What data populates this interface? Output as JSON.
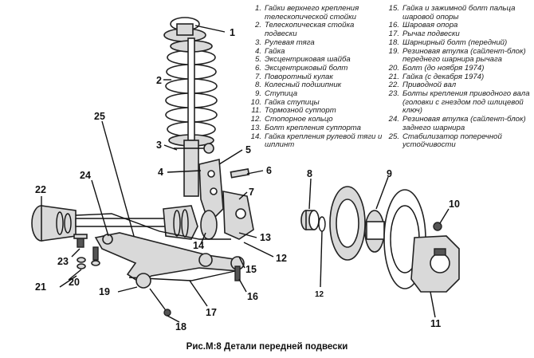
{
  "caption": "Рис.M:8 Детали передней подвески",
  "legend_left": [
    {
      "num": "1.",
      "text": "Гайки верхнего крепления телескопической стойки"
    },
    {
      "num": "2.",
      "text": "Телескопическая стойка подвески"
    },
    {
      "num": "3.",
      "text": "Рулевая тяга"
    },
    {
      "num": "4.",
      "text": "Гайка"
    },
    {
      "num": "5.",
      "text": "Эксцентриковая шайба"
    },
    {
      "num": "6.",
      "text": "Эксцентриковый болт"
    },
    {
      "num": "7.",
      "text": "Поворотный кулак"
    },
    {
      "num": "8.",
      "text": "Колесный подшипник"
    },
    {
      "num": "9.",
      "text": "Ступица"
    },
    {
      "num": "10.",
      "text": "Гайка ступицы"
    },
    {
      "num": "11.",
      "text": "Тормозной суппорт"
    },
    {
      "num": "12.",
      "text": "Стопорное кольцо"
    },
    {
      "num": "13.",
      "text": "Болт крепления суппорта"
    },
    {
      "num": "14.",
      "text": "Гайка крепления рулевой тяги и шплинт"
    }
  ],
  "legend_right": [
    {
      "num": "15.",
      "text": "Гайка и зажимной болт пальца шаровой опоры"
    },
    {
      "num": "16.",
      "text": "Шаровая опора"
    },
    {
      "num": "17.",
      "text": "Рычаг подвески"
    },
    {
      "num": "18.",
      "text": "Шарнирный болт (передний)"
    },
    {
      "num": "19.",
      "text": "Резиновая втулка (сайлент-блок) переднего шарнира рычага"
    },
    {
      "num": "20.",
      "text": "Болт (до ноября 1974)"
    },
    {
      "num": "21.",
      "text": "Гайка (с декабря 1974)"
    },
    {
      "num": "22.",
      "text": "Приводной вал"
    },
    {
      "num": "23.",
      "text": "Болты крепления приводного вала (головки с гнездом под шлицевой ключ)"
    },
    {
      "num": "24.",
      "text": "Резиновая втулка (сайлент-блок) заднего шарнира"
    },
    {
      "num": "25.",
      "text": "Стабилизатор поперечной устойчивости"
    }
  ],
  "callouts": {
    "c1": "1",
    "c2": "2",
    "c3": "3",
    "c4": "4",
    "c5": "5",
    "c6": "6",
    "c7": "7",
    "c8": "8",
    "c9": "9",
    "c10": "10",
    "c11": "11",
    "c12a": "12",
    "c12b": "12",
    "c13": "13",
    "c14": "14",
    "c15": "15",
    "c16": "16",
    "c17": "17",
    "c18": "18",
    "c19": "19",
    "c20": "20",
    "c21": "21",
    "c22": "22",
    "c23": "23",
    "c24": "24",
    "c25": "25"
  }
}
